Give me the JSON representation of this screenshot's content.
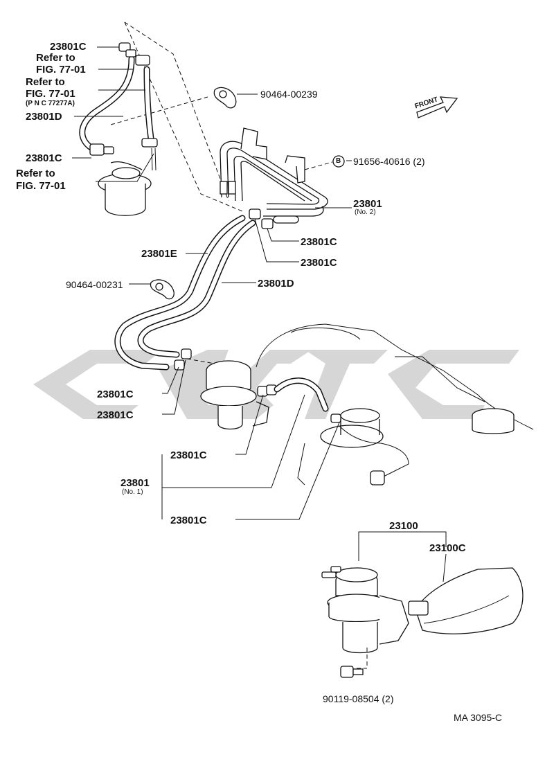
{
  "labels": {
    "c_top": "23801C",
    "refer1a": "Refer to",
    "refer1b": "FIG. 77-01",
    "refer2a": "Refer to",
    "refer2b": "FIG. 77-01",
    "pnc": "(P N C  77277A)",
    "d_top": "23801D",
    "c_left": "23801C",
    "refer3a": "Refer to",
    "refer3b": "FIG. 77-01",
    "clip_239": "90464-00239",
    "front": "FRONT",
    "bolt_b": "B",
    "bolt_616": "91656-40616 (2)",
    "no2_num": "23801",
    "no2_sub": "(No. 2)",
    "c_mid1": "23801C",
    "c_mid2": "23801C",
    "e": "23801E",
    "clip_231": "90464-00231",
    "d_mid": "23801D",
    "c_low1": "23801C",
    "c_low2": "23801C",
    "c_low3": "23801C",
    "no1_num": "23801",
    "no1_sub": "(No. 1)",
    "c_low4": "23801C",
    "pump_23100": "23100",
    "pump_23100c": "23100C",
    "bolt_504": "90119-08504 (2)",
    "ref_code": "MA  3095-C"
  },
  "colors": {
    "line": "#111111",
    "watermark": "#cfcfcf"
  }
}
